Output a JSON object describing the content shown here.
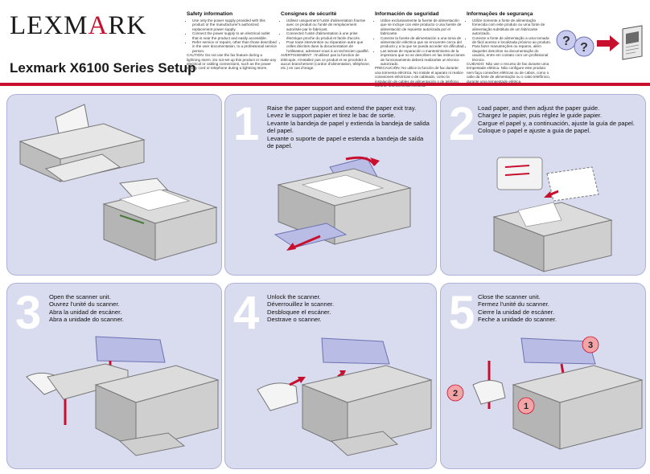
{
  "header": {
    "logo_text": "LEXMARK",
    "title": "Lexmark X6100 Series Setup"
  },
  "safety": [
    {
      "heading": "Safety information",
      "bullets": [
        "Use only the power supply provided with this product or the manufacturer's authorized replacement power supply.",
        "Connect the power supply to an electrical outlet that is near the product and easily accessible.",
        "Refer service or repairs, other than those described in the user documentation, to a professional service person."
      ],
      "caution": "CAUTION: Do not use the fax feature during a lightning storm. Do not set up this product or make any electrical or cabling connections, such as the power supply cord or telephone during a lightning storm."
    },
    {
      "heading": "Consignes de sécurité",
      "bullets": [
        "Utilisez uniquement l'unité d'alimentation fournie avec ce produit ou l'unité de remplacement autorisée par le fabricant.",
        "Connectez l'unité d'alimentation à une prise électrique proche du produit et facile d'accès.",
        "Pour toute intervention ou réparation autre que celles décrites dans la documentation de l'utilisateur, adressez-vous à un technicien qualifié."
      ],
      "caution": "AVERTISSEMENT : N'utilisez pas la fonction de télécopie, n'installez pas ce produit et ne procédez à aucun branchement (cordon d'alimentation, téléphone, etc.) en cas d'orage."
    },
    {
      "heading": "Información de seguridad",
      "bullets": [
        "Utilice exclusivamente la fuente de alimentación que se incluye con este producto o una fuente de alimentación de repuesto autorizada por el fabricante.",
        "Conecte la fuente de alimentación a una toma de alimentación eléctrica que se encuentre cerca del producto y a la que se pueda acceder sin dificultad.",
        "Las tareas de reparación o mantenimiento de la impresora que no se describen en las instrucciones de funcionamiento deberá realizarlas un técnico autorizado."
      ],
      "caution": "PRECAUCIÓN: No utilice la función de fax durante una tormenta eléctrica. No instale el aparato ni realice conexiones eléctricas o de cableado, como la instalación de cables de alimentación o de teléfono, durante una tormenta eléctrica."
    },
    {
      "heading": "Informações de segurança",
      "bullets": [
        "Utilize somente a fonte de alimentação fornecida com este produto ou uma fonte de alimentação substituta de um fabricante autorizado.",
        "Conecte a fonte de alimentação a uma tomada de fácil acesso e localizada próximo ao produto.",
        "Para fazer manutenções ou reparos, além daqueles descritos na documentação do usuário, entre em contato com um profissional técnico."
      ],
      "caution": "CUIDADO: Não use o recurso de fax durante uma tempestade elétrica. Não configure este produto nem faça conexões elétricas ou de cabos, como o cabo da fonte de alimentação ou o cabo telefônico, durante uma tempestade elétrica."
    }
  ],
  "steps": [
    {
      "number": "1",
      "lines": [
        "Raise the paper support and extend the paper exit tray.",
        "Levez le support papier et tirez le bac de sortie.",
        "Levante la bandeja de papel y extienda la bandeja de salida",
        "del papel.",
        "Levante o suporte de papel e estenda a bandeja de saída",
        "de papel."
      ]
    },
    {
      "number": "2",
      "lines": [
        "Load paper, and then adjust the paper guide.",
        "Chargez le papier, puis réglez le guide papier.",
        "Cargue el papel y, a continuación, ajuste la guía de papel.",
        "Coloque o papel e ajuste a guia de papel."
      ]
    },
    {
      "number": "3",
      "lines": [
        "Open the scanner unit.",
        "Ouvrez l'unité du scanner.",
        "Abra la unidad de escáner.",
        "Abra a unidade do scanner."
      ]
    },
    {
      "number": "4",
      "lines": [
        "Unlock the scanner.",
        "Déverrouillez le scanner.",
        "Desbloquee el escáner.",
        "Destrave o scanner."
      ]
    },
    {
      "number": "5",
      "lines": [
        "Close the scanner unit.",
        "Fermez l'unité du scanner.",
        "Cierre la unidad de escáner.",
        "Feche a unidade do scanner."
      ],
      "callouts": [
        "1",
        "2",
        "3"
      ]
    }
  ],
  "hero_marks": [
    "?",
    "?"
  ],
  "icons": {
    "printer": "printer-illustration",
    "arrow": "red-arrow-icon",
    "question": "question-mark-icon",
    "manual": "manual-icon"
  },
  "colors": {
    "brand_red": "#c8102e",
    "panel_fill": "#d9dbef",
    "step_number": "#ffffff",
    "scanner_blue": "#b9bde6"
  }
}
